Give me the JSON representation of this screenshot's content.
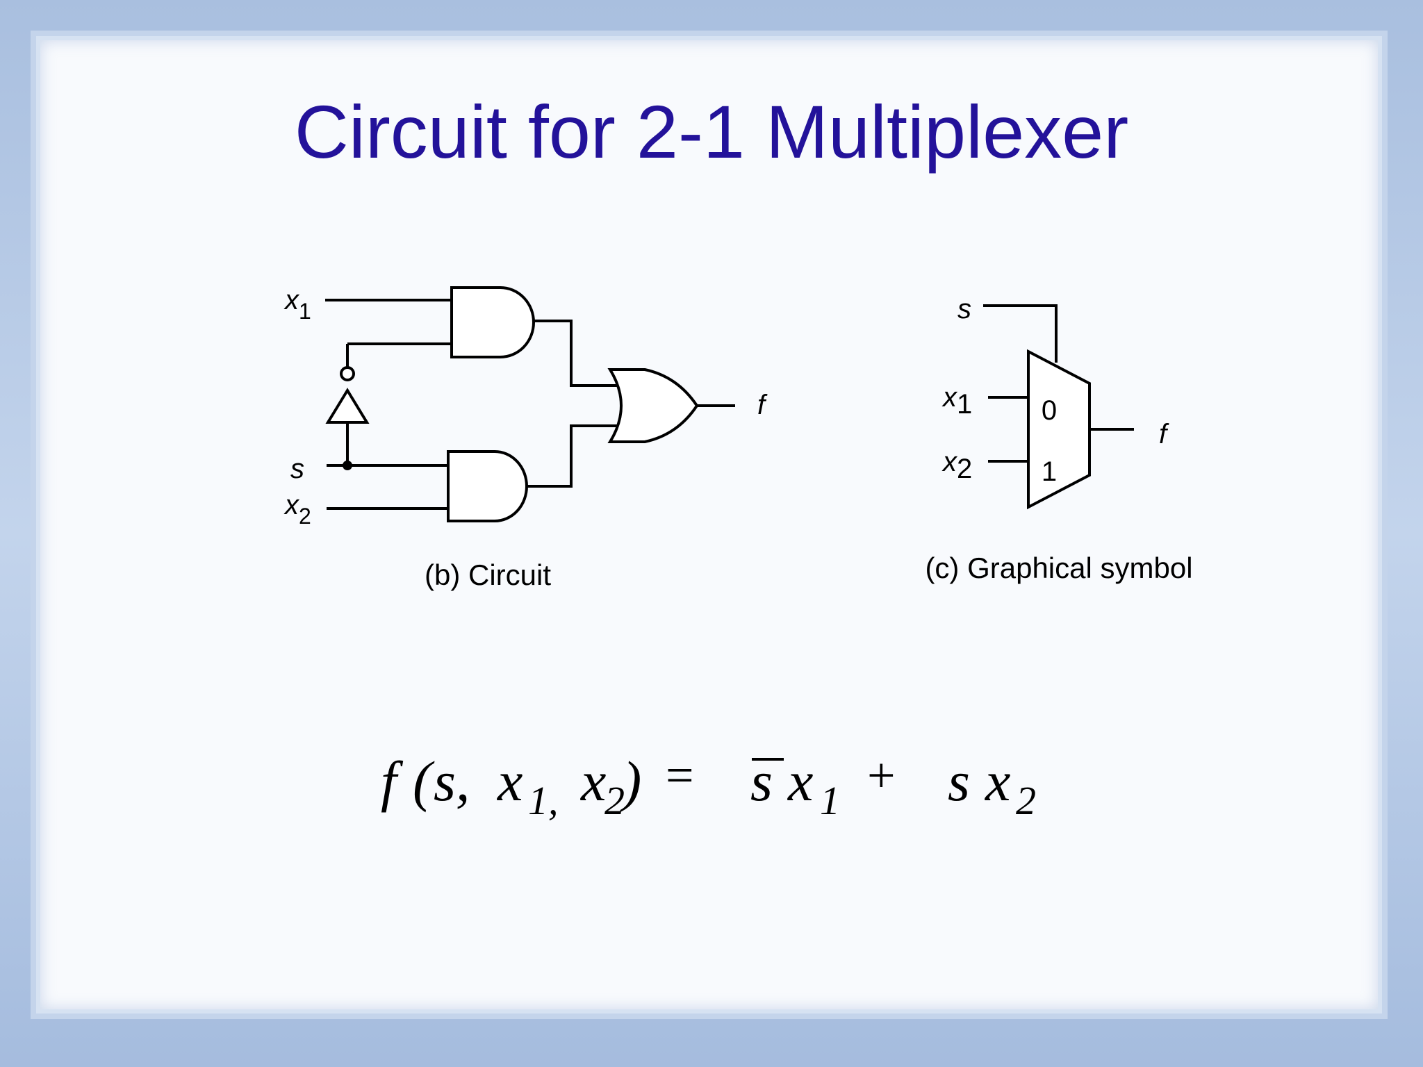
{
  "slide": {
    "title": "Circuit for 2-1 Multiplexer"
  },
  "circuit": {
    "caption": "(b) Circuit",
    "inputs": {
      "x1_base": "x",
      "x1_sub": "1",
      "s": "s",
      "x2_base": "x",
      "x2_sub": "2"
    },
    "output": "f"
  },
  "symbol": {
    "caption": "(c) Graphical symbol",
    "select": "s",
    "in0_base": "x",
    "in0_sub": "1",
    "in1_base": "x",
    "in1_sub": "2",
    "port0": "0",
    "port1": "1",
    "output": "f"
  },
  "equation": {
    "lhs_f": "f",
    "lhs_open": "(",
    "lhs_s": "s,",
    "lhs_x1": "x",
    "lhs_x1_sub": "1,",
    "lhs_x2": "x",
    "lhs_x2_sub": "2",
    "lhs_close": ")",
    "equals": "=",
    "term1_s": "s",
    "term1_x": "x",
    "term1_sub": "1",
    "plus": "+",
    "term2_s": "s",
    "term2_x": "x",
    "term2_sub": "2"
  },
  "colors": {
    "title": "#23129a",
    "frame": "#b3c7e4",
    "background": "#f8fafd"
  }
}
